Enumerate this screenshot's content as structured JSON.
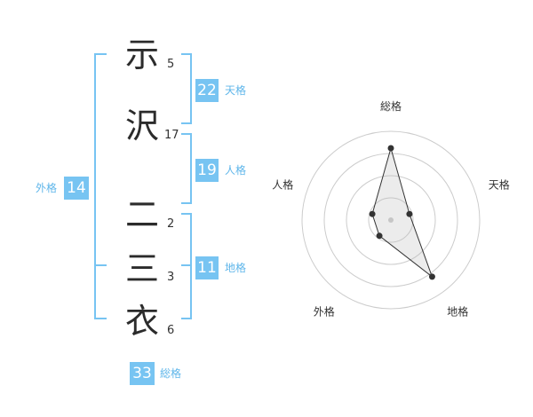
{
  "name_chars": [
    {
      "char": "示",
      "strokes": "5"
    },
    {
      "char": "沢",
      "strokes": "17"
    },
    {
      "char": "二",
      "strokes": "2"
    },
    {
      "char": "三",
      "strokes": "3"
    },
    {
      "char": "衣",
      "strokes": "6"
    }
  ],
  "fortune": {
    "tenkaku": {
      "value": "22",
      "label": "天格"
    },
    "jinkaku": {
      "value": "19",
      "label": "人格"
    },
    "chikaku": {
      "value": "11",
      "label": "地格"
    },
    "gaikaku": {
      "value": "14",
      "label": "外格"
    },
    "soukaku": {
      "value": "33",
      "label": "総格"
    }
  },
  "colors": {
    "accent": "#77c4f2",
    "accent_text": "#5fb6ea",
    "text": "#333333",
    "grid": "#cccccc"
  },
  "chart_data": {
    "type": "radar",
    "axes": [
      "総格",
      "天格",
      "地格",
      "外格",
      "人格"
    ],
    "values": [
      0.81,
      0.22,
      0.79,
      0.22,
      0.22
    ],
    "rings": 4
  }
}
